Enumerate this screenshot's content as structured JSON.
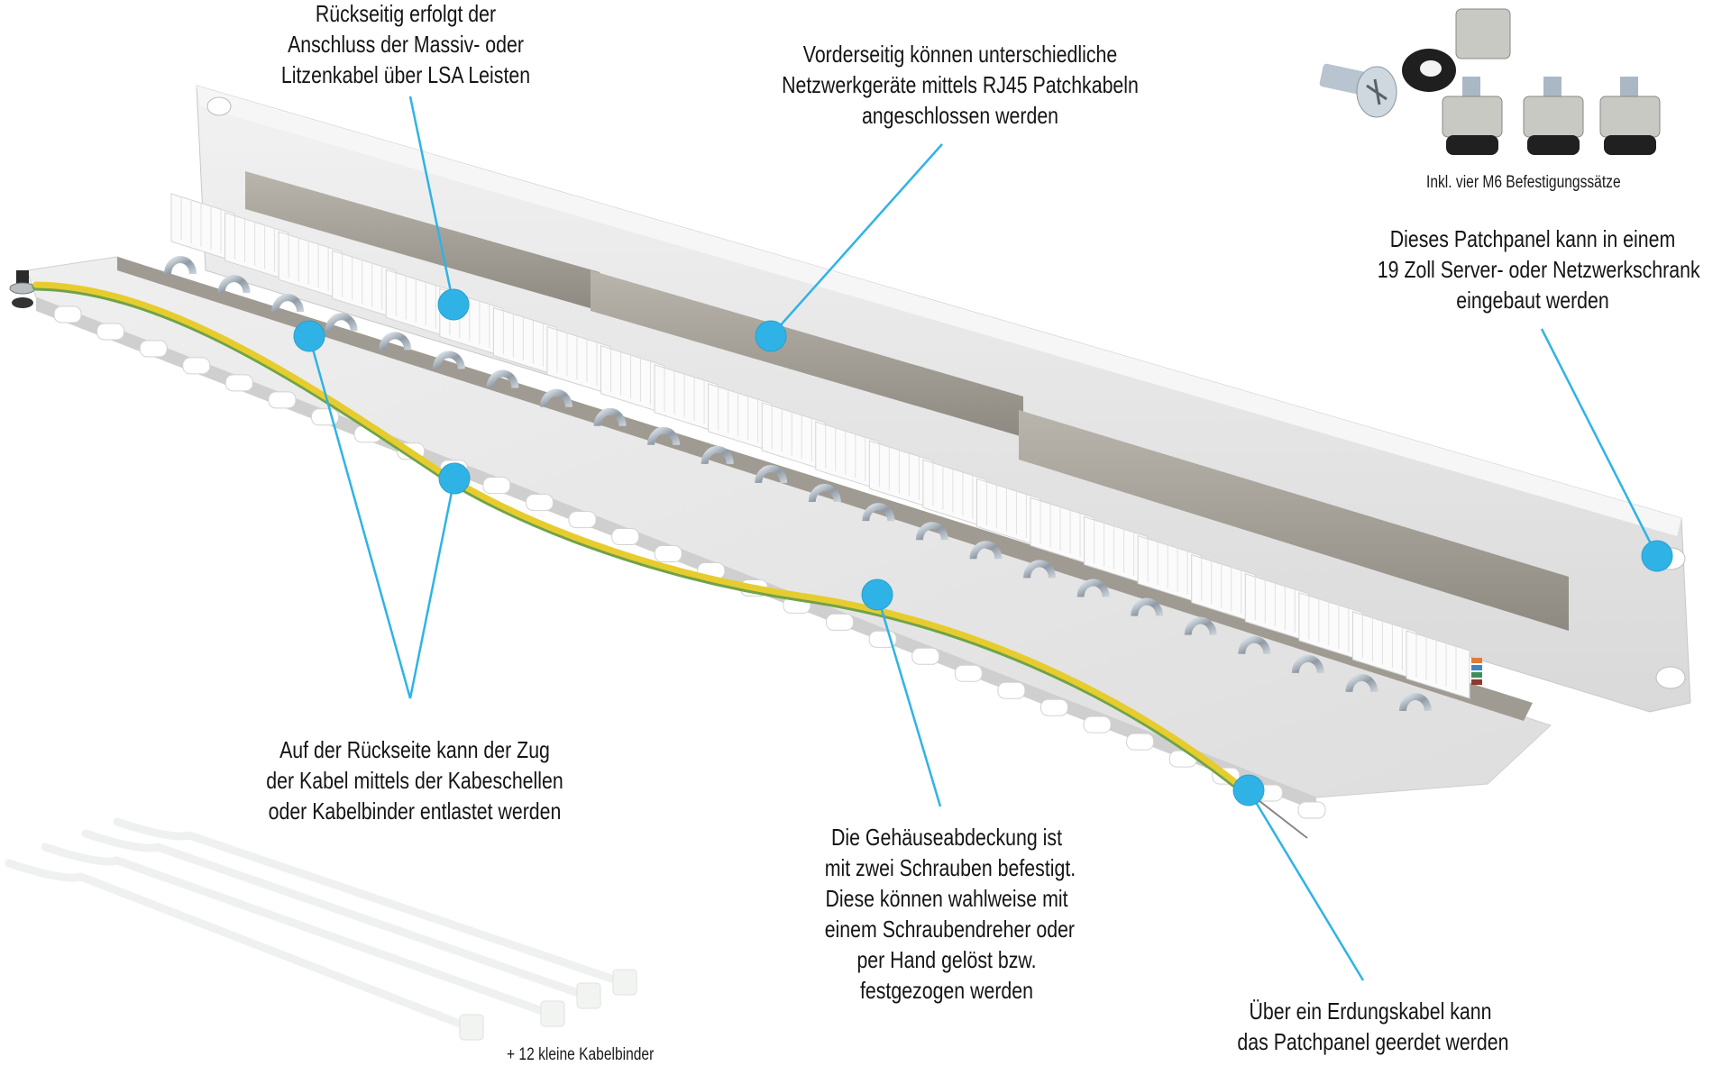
{
  "callout_color": "#2fb3e6",
  "cable_color": "#e6cc2e",
  "panel_color": "#e4e4e4",
  "annotations": {
    "lsa_rear": {
      "lines": [
        "Rückseitig erfolgt der",
        "Anschluss der Massiv- oder",
        "Litzenkabel über LSA Leisten"
      ]
    },
    "rj45_front": {
      "lines": [
        "Vorderseitig können unterschiedliche",
        "Netzwerkgeräte mittels RJ45 Patchkabeln",
        "angeschlossen werden"
      ]
    },
    "mounting_kit": {
      "caption": "Inkl. vier M6 Befestigungssätze"
    },
    "rack_mount": {
      "lines": [
        "Dieses Patchpanel kann in einem",
        "19 Zoll Server- oder Netzwerkschrank",
        "eingebaut werden"
      ]
    },
    "strain_relief": {
      "lines": [
        "Auf der Rückseite kann der Zug",
        "der Kabel mittels der Kabeschellen",
        "oder Kabelbinder entlastet werden"
      ]
    },
    "cover_screws": {
      "lines": [
        "Die Gehäuseabdeckung ist",
        "mit zwei Schrauben befestigt.",
        "Diese können wahlweise mit",
        "einem Schraubendreher oder",
        "per Hand gelöst bzw.",
        "festgezogen werden"
      ]
    },
    "grounding": {
      "lines": [
        "Über ein Erdungskabel kann",
        "das Patchpanel geerdet werden"
      ]
    },
    "cable_ties": {
      "caption": "+ 12 kleine Kabelbinder"
    }
  }
}
